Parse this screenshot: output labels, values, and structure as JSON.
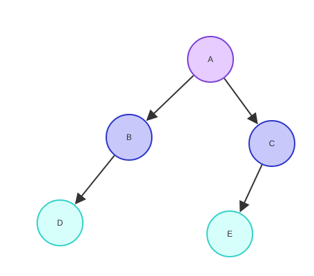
{
  "diagram": {
    "type": "tree",
    "nodes": [
      {
        "id": "A",
        "label": "A",
        "color": {
          "fill": "#e6ccff",
          "stroke": "#7b3fd6"
        }
      },
      {
        "id": "B",
        "label": "B",
        "color": {
          "fill": "#c8c8fb",
          "stroke": "#2b35c9"
        }
      },
      {
        "id": "C",
        "label": "C",
        "color": {
          "fill": "#c8c8fb",
          "stroke": "#2b35c9"
        }
      },
      {
        "id": "D",
        "label": "D",
        "color": {
          "fill": "#d6fffb",
          "stroke": "#35d1c8"
        }
      },
      {
        "id": "E",
        "label": "E",
        "color": {
          "fill": "#d6fffb",
          "stroke": "#35d1c8"
        }
      }
    ],
    "edges": [
      {
        "from": "A",
        "to": "B"
      },
      {
        "from": "A",
        "to": "C"
      },
      {
        "from": "B",
        "to": "D"
      },
      {
        "from": "C",
        "to": "E"
      }
    ],
    "edge_color": "#333333"
  }
}
